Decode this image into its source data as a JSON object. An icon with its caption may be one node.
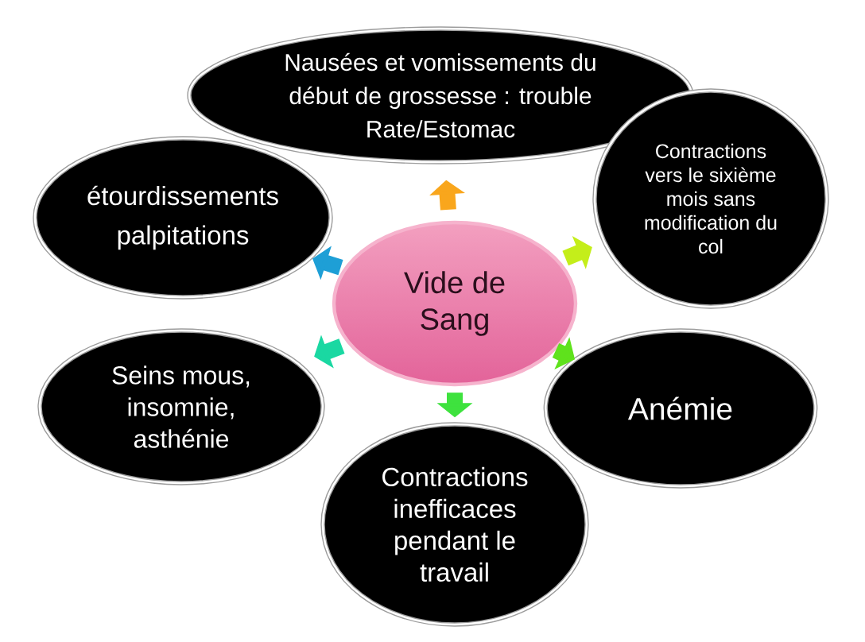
{
  "diagram": {
    "nodes": [
      {
        "text": [
          "Nausées et vomissements du début de grossesse : trouble Rate/Estomac"
        ]
      },
      {
        "text": [
          "étourdissements",
          "palpitations"
        ]
      },
      {
        "text": [
          "Contractions vers le sixième mois sans modification du col"
        ]
      },
      {
        "text": [
          "Vide de Sang"
        ]
      },
      {
        "text": [
          "Seins mous, insomnie, asthénie"
        ]
      },
      {
        "text": [
          "Anémie"
        ]
      },
      {
        "text": [
          "Contractions inefficaces pendant le travail"
        ]
      }
    ],
    "edges": [
      {
        "from": 3,
        "to": 0,
        "arrow": "to",
        "color": "#f9a61c"
      },
      {
        "from": 3,
        "to": 1,
        "arrow": "to",
        "color": "#1e9fd6"
      },
      {
        "from": 3,
        "to": 2,
        "arrow": "to",
        "color": "#c4ee1a"
      },
      {
        "from": 3,
        "to": 4,
        "arrow": "to",
        "color": "#1ad8a2"
      },
      {
        "from": 3,
        "to": 5,
        "arrow": "to",
        "color": "#5fe21c"
      },
      {
        "from": 3,
        "to": 6,
        "arrow": "to",
        "color": "#3ee23e"
      }
    ]
  }
}
